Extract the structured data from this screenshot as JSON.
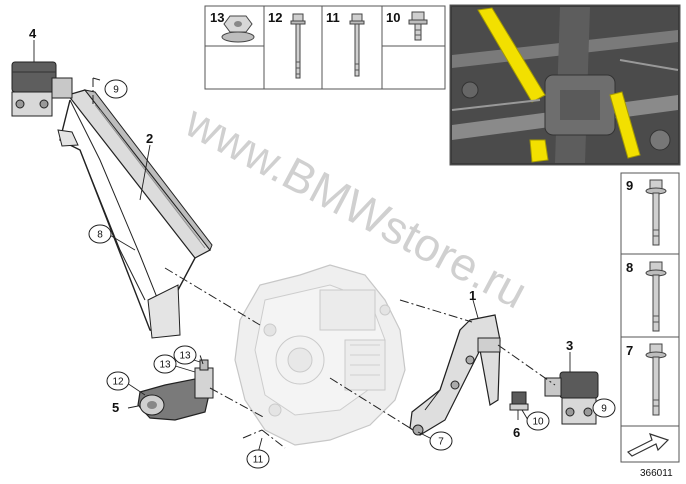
{
  "watermark": "www.BMWstore.ru",
  "diagram_code": "366011",
  "callouts": {
    "c1": "1",
    "c2": "2",
    "c3": "3",
    "c4": "4",
    "c5": "5",
    "c6": "6",
    "c7": "7",
    "c8": "8",
    "c9a": "9",
    "c9b": "9",
    "c10": "10",
    "c11": "11",
    "c12": "12",
    "c13a": "13",
    "c13b": "13"
  },
  "parts_top": [
    "13",
    "12",
    "11",
    "10"
  ],
  "parts_side": [
    "9",
    "8",
    "7"
  ],
  "colors": {
    "highlight": "#f2e000",
    "frame": "#777777",
    "line": "#222222",
    "watermark": "#c8c8c8"
  }
}
